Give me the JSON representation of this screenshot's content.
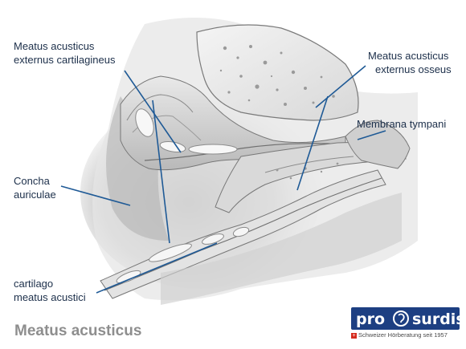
{
  "labels": {
    "cartilagineus": [
      "Meatus acusticus",
      "externus cartilagineus"
    ],
    "osseus": [
      "Meatus acusticus",
      "externus osseus"
    ],
    "tympani": [
      "Membrana tympani"
    ],
    "concha": [
      "Concha",
      "auriculae"
    ],
    "cartilago": [
      "cartilago",
      "meatus acustici"
    ]
  },
  "title": "Meatus acusticus",
  "logo": {
    "wordmark": "pro(ear)surdis",
    "tagline": "Schweizer Hörberatung seit 1957",
    "flag": "+"
  },
  "colors": {
    "leader_line": "#1f5a96",
    "label_text": "#1c2f4a",
    "title_text": "#8e8e8e",
    "logo_blue": "#1d3f82"
  }
}
